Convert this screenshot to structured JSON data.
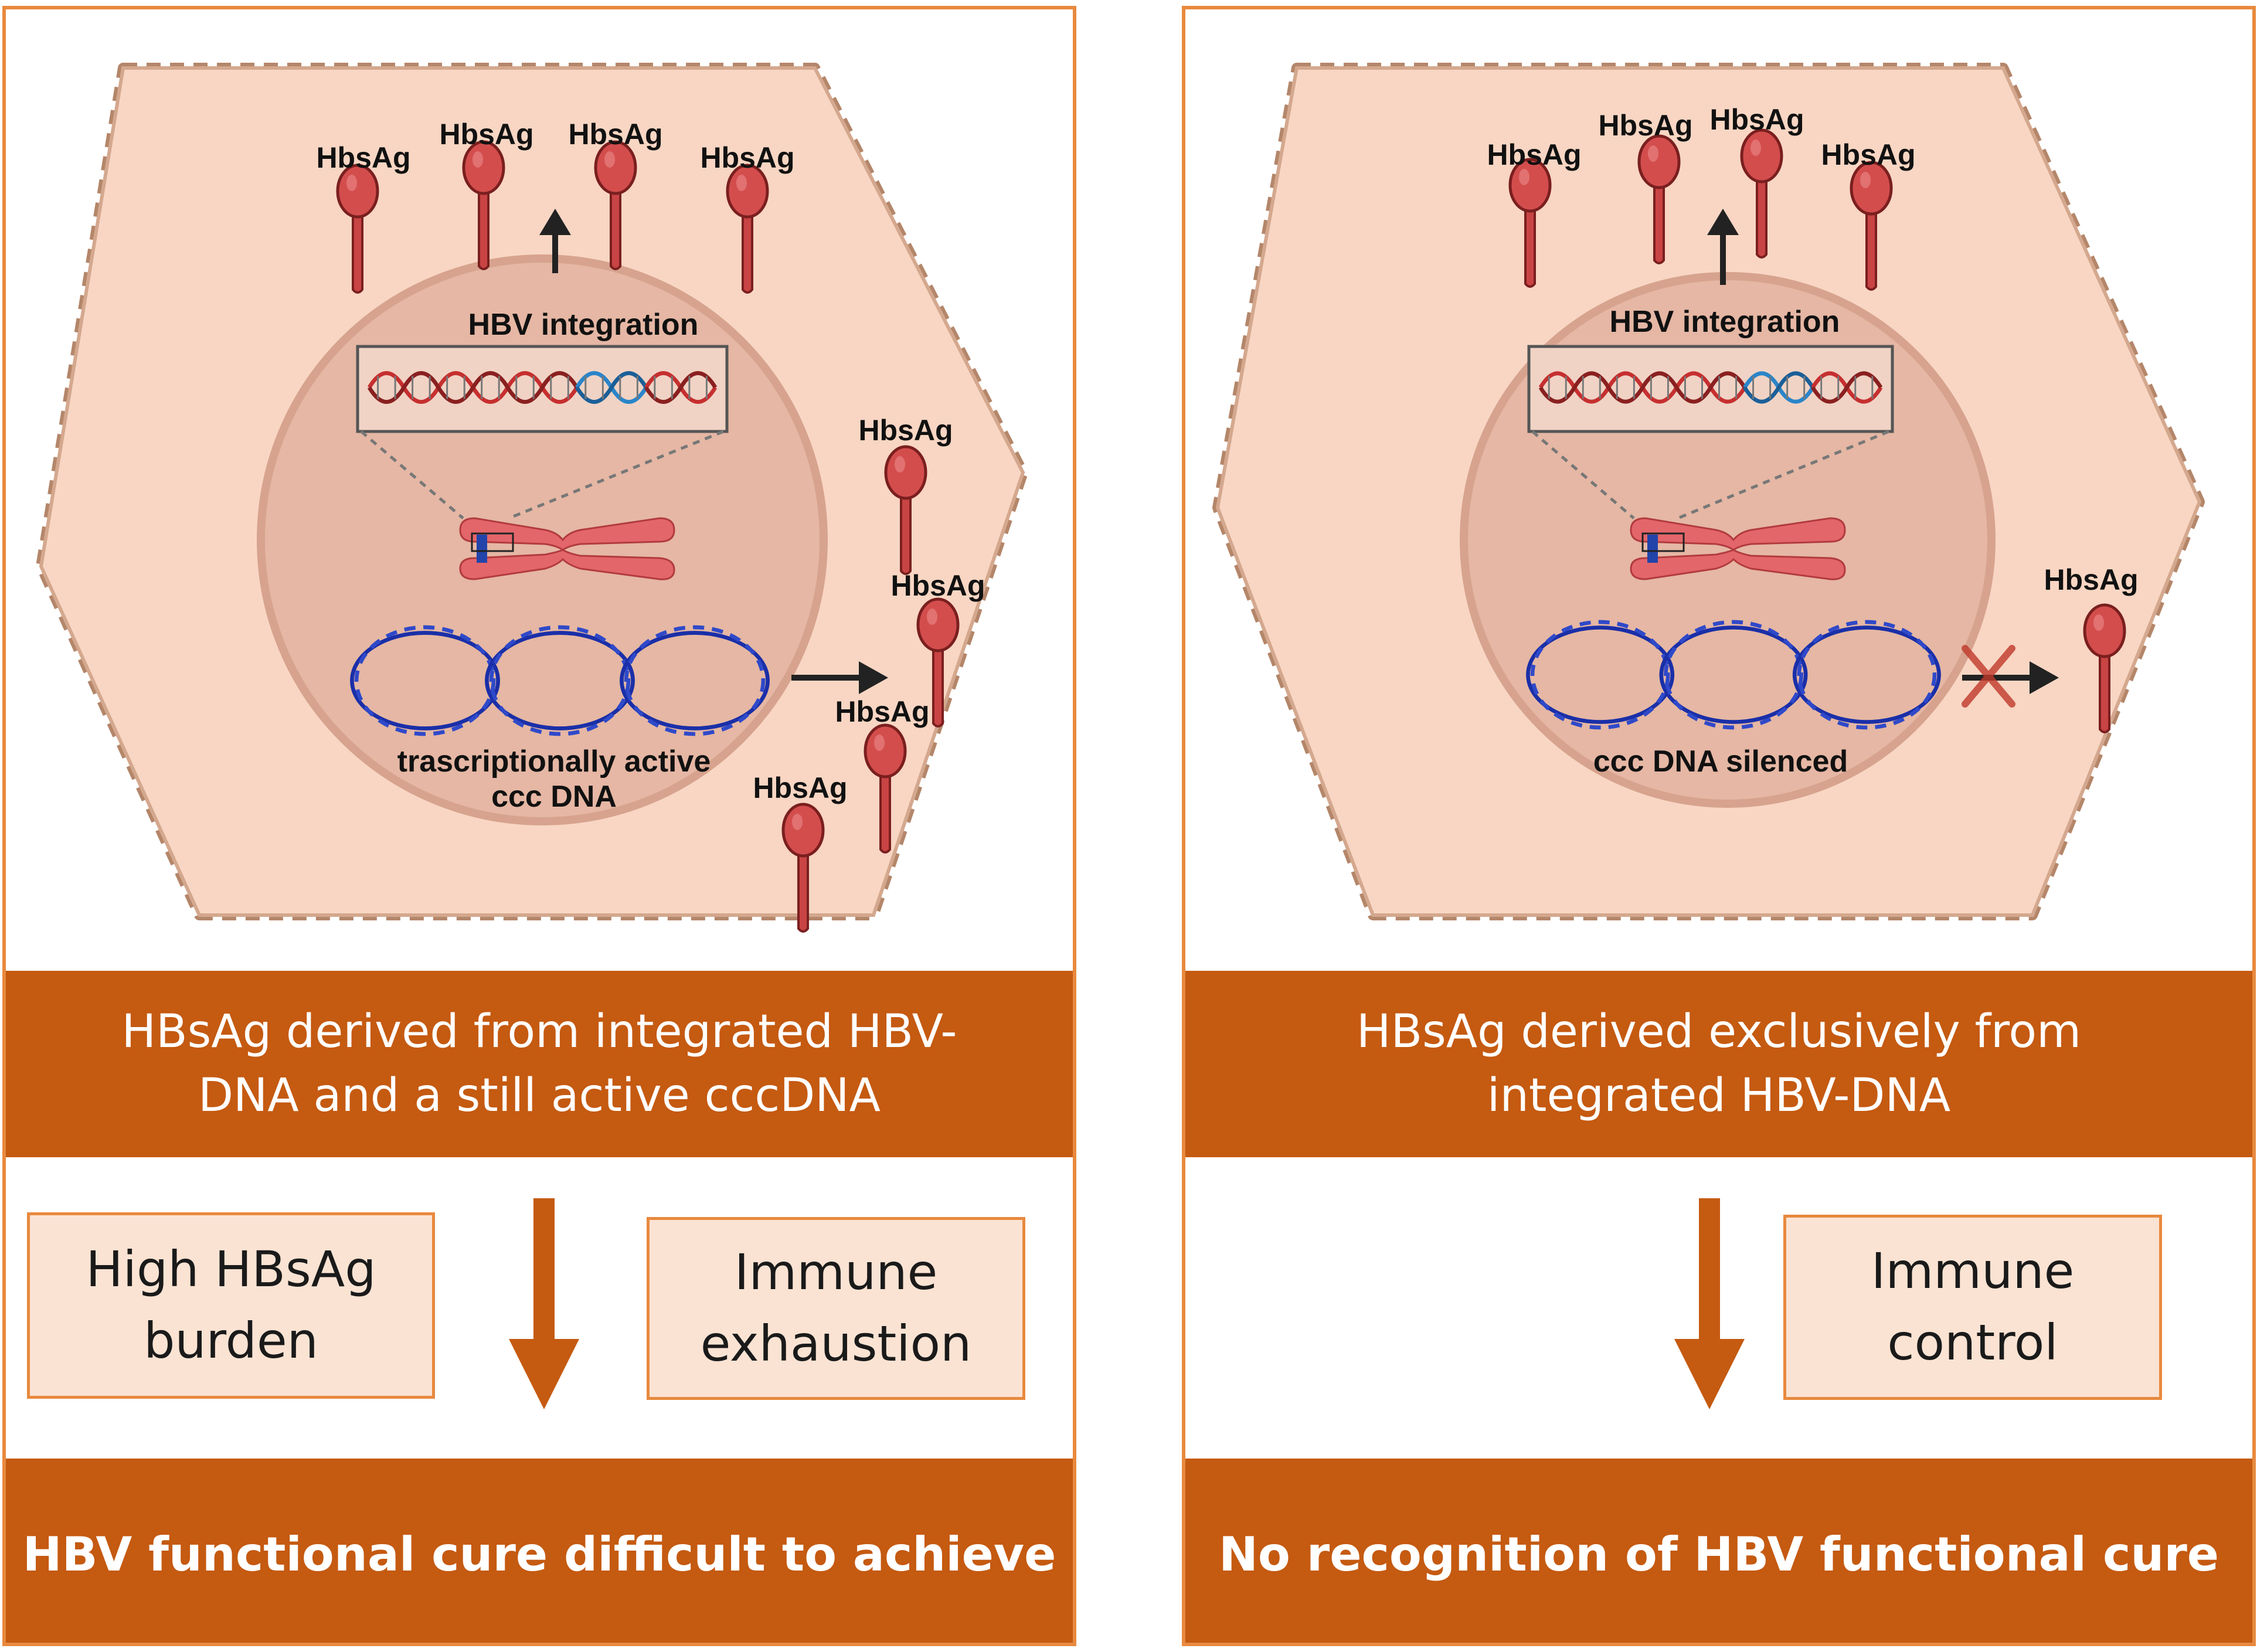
{
  "left": {
    "hbsag_label": "HbsAg",
    "integration_label": "HBV integration",
    "cccdna_label_line1": "trascriptionally active",
    "cccdna_label_line2": "ccc DNA",
    "mid_text_line1": "HBsAg derived from integrated HBV-",
    "mid_text_line2": "DNA and a still active cccDNA",
    "box1_line1": "High HBsAg",
    "box1_line2": "burden",
    "box2_line1": "Immune",
    "box2_line2": "exhaustion",
    "bottom_text": "HBV functional cure difficult to achieve"
  },
  "right": {
    "hbsag_label": "HbsAg",
    "integration_label": "HBV integration",
    "cccdna_label": "ccc DNA silenced",
    "mid_text_line1": "HBsAg derived exclusively from",
    "mid_text_line2": "integrated HBV-DNA",
    "box_line1": "Immune",
    "box_line2": "control",
    "bottom_text": "No recognition of HBV functional cure"
  },
  "colors": {
    "frame": "#e8893e",
    "band": "#c55a11",
    "cell": "#f8d6c3",
    "nucleus": "#e5b7a4",
    "hbsag": "#d44d4d",
    "cccdna": "#1a2fa8",
    "block_x": "#c0392b"
  },
  "icons": [
    "hbsag-icon",
    "dna-helix-icon",
    "chromosome-icon",
    "cccdna-icon",
    "blocked-x-icon",
    "down-arrow-icon"
  ]
}
